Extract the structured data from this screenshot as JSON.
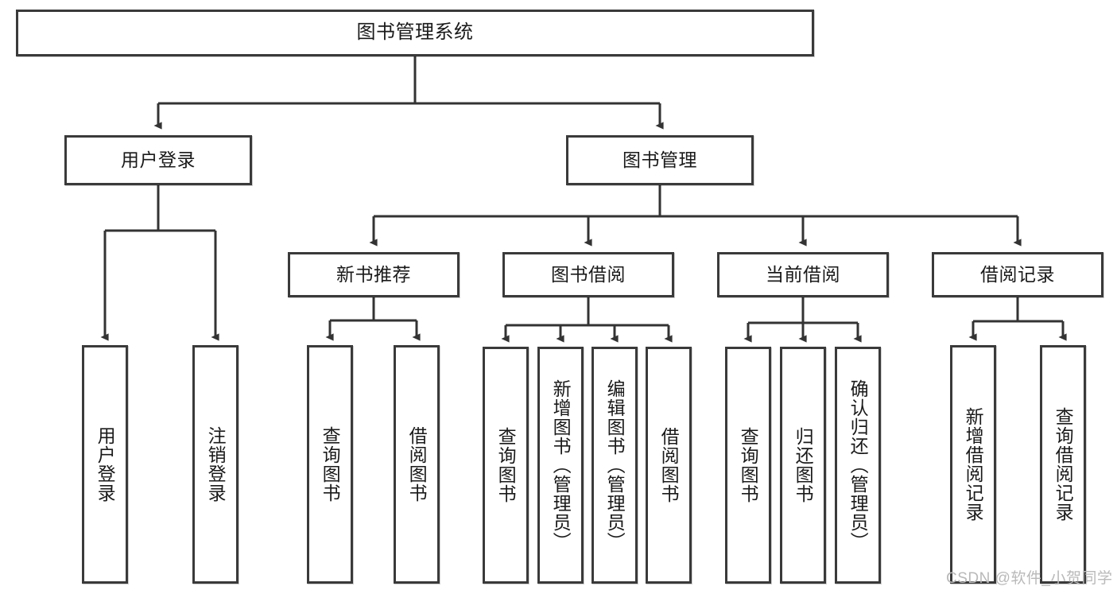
{
  "diagram": {
    "title": "图书管理系统",
    "watermark": "CSDN @软件_小贺同学",
    "colors": {
      "box_border": "#3a3a3a",
      "box_fill": "#ffffff",
      "connector": "#333333",
      "text": "#1a1a1a",
      "watermark": "#b9b9b9"
    },
    "nodes": {
      "root": {
        "label": "图书管理系统"
      },
      "level2": [
        {
          "id": "user-login",
          "label": "用户登录"
        },
        {
          "id": "book-management",
          "label": "图书管理"
        }
      ],
      "level3": [
        {
          "id": "new-book-recommend",
          "label": "新书推荐"
        },
        {
          "id": "book-borrow",
          "label": "图书借阅"
        },
        {
          "id": "current-borrow",
          "label": "当前借阅"
        },
        {
          "id": "borrow-record",
          "label": "借阅记录"
        }
      ],
      "leaves": {
        "user_login": [
          {
            "id": "leaf-user-login",
            "label": "用户登录"
          },
          {
            "id": "leaf-logout-login",
            "label": "注销登录"
          }
        ],
        "new_book_recommend": [
          {
            "id": "leaf-query-book-1",
            "label": "查询图书"
          },
          {
            "id": "leaf-borrow-book-1",
            "label": "借阅图书"
          }
        ],
        "book_borrow": [
          {
            "id": "leaf-query-book-2",
            "label": "查询图书"
          },
          {
            "id": "leaf-add-book",
            "label": "新增图书（管理员）"
          },
          {
            "id": "leaf-edit-book",
            "label": "编辑图书（管理员）"
          },
          {
            "id": "leaf-borrow-book-2",
            "label": "借阅图书"
          }
        ],
        "current_borrow": [
          {
            "id": "leaf-query-book-3",
            "label": "查询图书"
          },
          {
            "id": "leaf-return-book",
            "label": "归还图书"
          },
          {
            "id": "leaf-confirm-return",
            "label": "确认归还（管理员）"
          }
        ],
        "borrow_record": [
          {
            "id": "leaf-add-record",
            "label": "新增借阅记录"
          },
          {
            "id": "leaf-query-record",
            "label": "查询借阅记录"
          }
        ]
      }
    }
  }
}
